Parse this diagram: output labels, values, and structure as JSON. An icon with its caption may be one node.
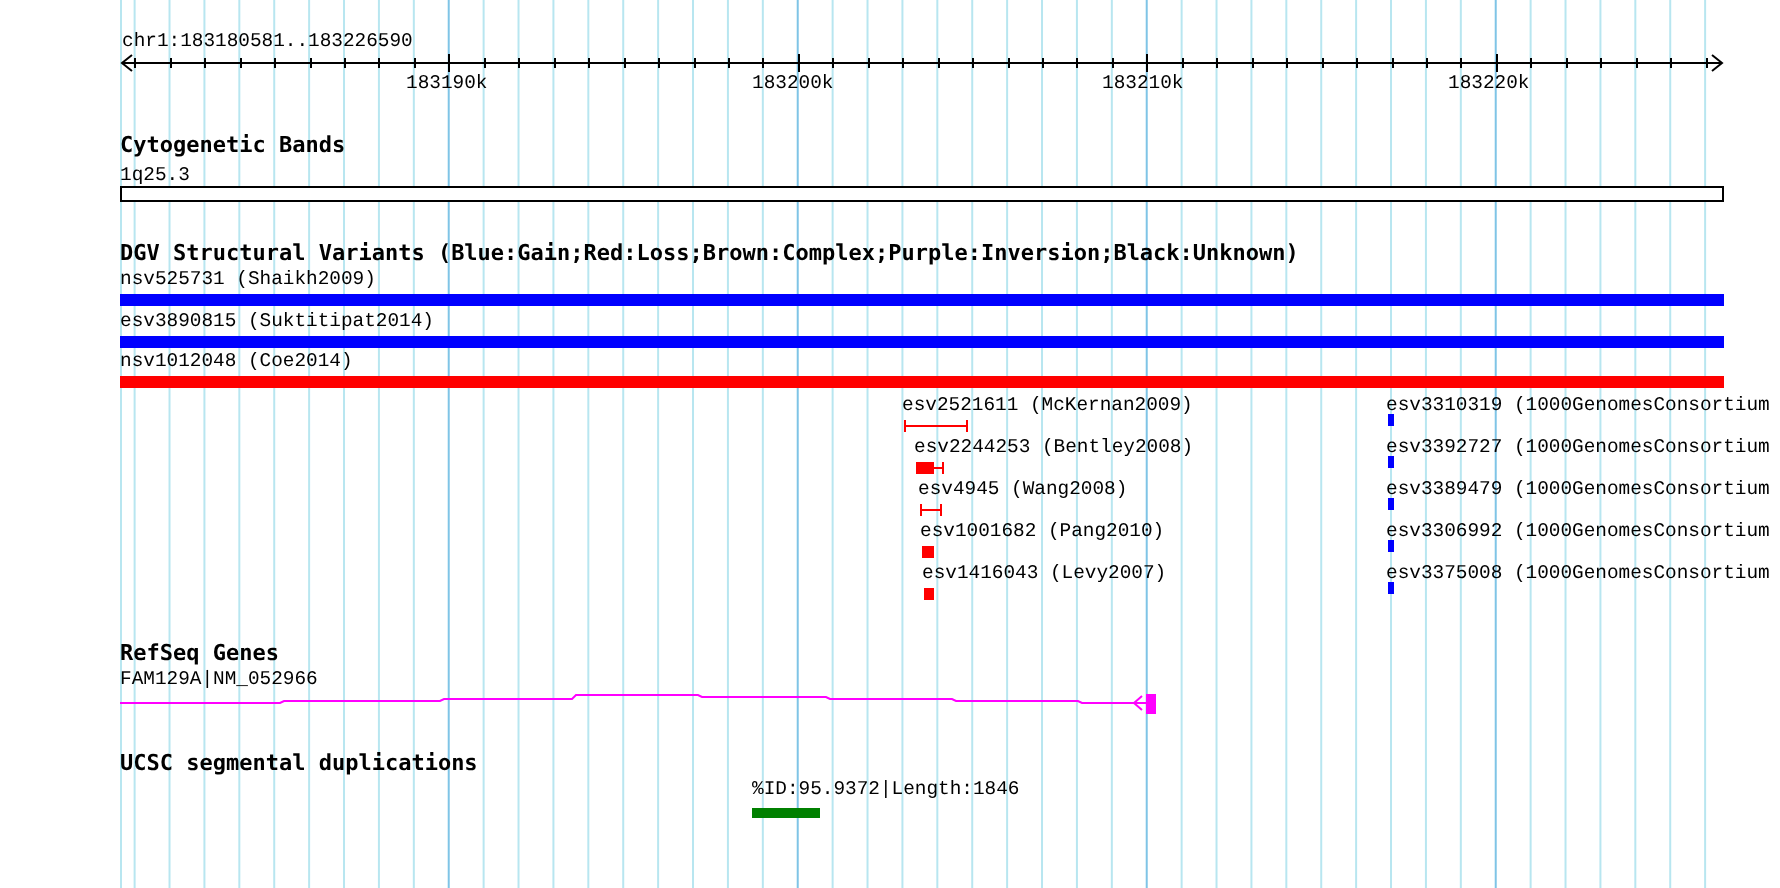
{
  "diagram": {
    "labels": [
      "chr1:183180581..183226590",
      "183190k",
      "183200k",
      "183210k",
      "183220k",
      "Cytogenetic Bands",
      "1q25.3",
      "DGV Structural Variants (Blue:Gain;Red:Loss;Brown:Complex;Purple:Inversion;Black:Unknown)",
      "nsv525731 (Shaikh2009)",
      "esv3890815 (Suktitipat2014)",
      "nsv1012048 (Coe2014)",
      "esv2521611 (McKernan2009)",
      "esv3310319 (1000GenomesConsortium",
      "esv2244253 (Bentley2008)",
      "esv3392727 (1000GenomesConsortium",
      "esv4945 (Wang2008)",
      "esv3389479 (1000GenomesConsortium",
      "esv1001682 (Pang2010)",
      "esv3306992 (1000GenomesConsortium",
      "esv1416043 (Levy2007)",
      "esv3375008 (1000GenomesConsortium",
      "RefSeq Genes",
      "FAM129A|NM_052966",
      "UCSC segmental duplications",
      "%ID:95.9372|Length:1846"
    ]
  }
}
